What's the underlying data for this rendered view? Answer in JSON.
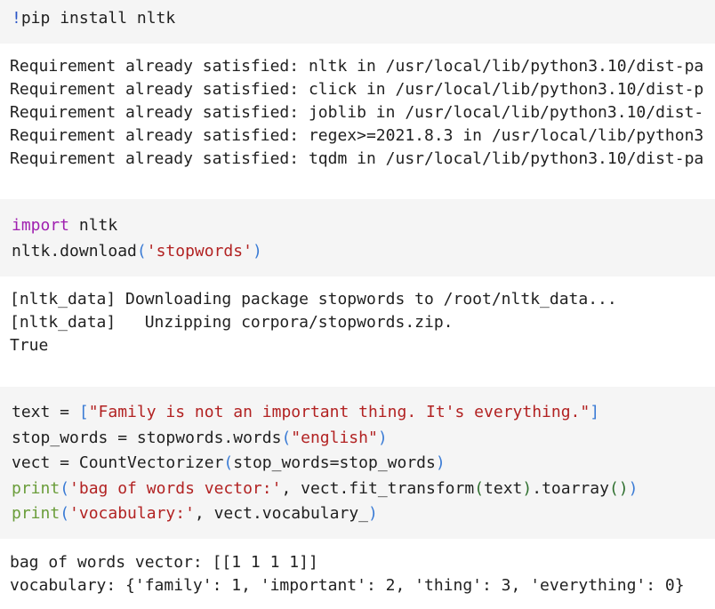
{
  "cells": [
    {
      "input": {
        "bang": "!",
        "command": "pip install nltk"
      },
      "output": [
        "Requirement already satisfied: nltk in /usr/local/lib/python3.10/dist-pa",
        "Requirement already satisfied: click in /usr/local/lib/python3.10/dist-p",
        "Requirement already satisfied: joblib in /usr/local/lib/python3.10/dist-",
        "Requirement already satisfied: regex>=2021.8.3 in /usr/local/lib/python3",
        "Requirement already satisfied: tqdm in /usr/local/lib/python3.10/dist-pa"
      ]
    },
    {
      "input": {
        "l1_kw": "import",
        "l1_rest": " nltk",
        "l2_pre": "nltk.download",
        "l2_open": "(",
        "l2_str": "'stopwords'",
        "l2_close": ")"
      },
      "output": [
        "[nltk_data] Downloading package stopwords to /root/nltk_data...",
        "[nltk_data]   Unzipping corpora/stopwords.zip.",
        "True"
      ]
    },
    {
      "input": {
        "l1_pre": "text = ",
        "l1_open": "[",
        "l1_str": "\"Family is not an important thing. It's everything.\"",
        "l1_close": "]",
        "l2_pre": "stop_words = stopwords.words",
        "l2_open": "(",
        "l2_str": "\"english\"",
        "l2_close": ")",
        "l3_pre": "vect = CountVectorizer",
        "l3_open": "(",
        "l3_mid": "stop_words=stop_words",
        "l3_close": ")",
        "l4_fn": "print",
        "l4_open": "(",
        "l4_str": "'bag of words vector:'",
        "l4_mid": ", vect.fit_transform",
        "l4_open2": "(",
        "l4_arg": "text",
        "l4_close2": ")",
        "l4_tail": ".toarray",
        "l4_open3": "(",
        "l4_close3": ")",
        "l4_close": ")",
        "l5_fn": "print",
        "l5_open": "(",
        "l5_str": "'vocabulary:'",
        "l5_mid": ", vect.vocabulary_",
        "l5_close": ")"
      },
      "output": [
        "bag of words vector: [[1 1 1 1]]",
        "vocabulary: {'family': 1, 'important': 2, 'thing': 3, 'everything': 0}"
      ]
    }
  ]
}
